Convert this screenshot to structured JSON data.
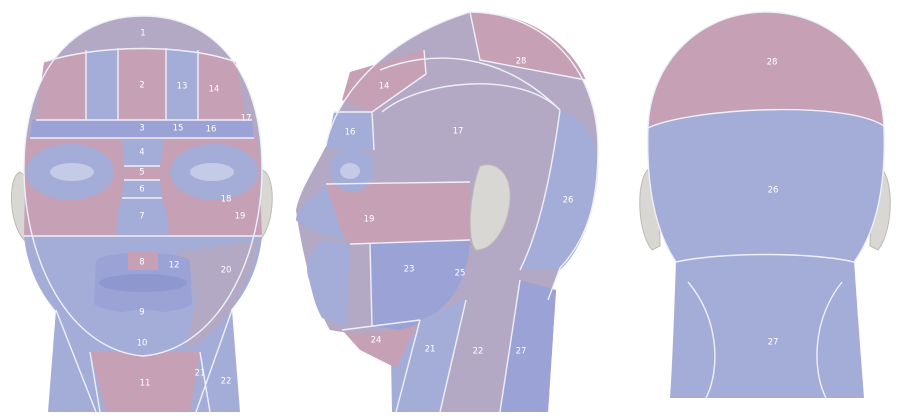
{
  "views": [
    {
      "id": "front",
      "labels": [
        {
          "id": "r1",
          "text": "1"
        },
        {
          "id": "r2",
          "text": "2"
        },
        {
          "id": "r13",
          "text": "13"
        },
        {
          "id": "r14",
          "text": "14"
        },
        {
          "id": "r17",
          "text": "17"
        },
        {
          "id": "r3",
          "text": "3"
        },
        {
          "id": "r15",
          "text": "15"
        },
        {
          "id": "r16",
          "text": "16"
        },
        {
          "id": "r4",
          "text": "4"
        },
        {
          "id": "r5",
          "text": "5"
        },
        {
          "id": "r6",
          "text": "6"
        },
        {
          "id": "r18",
          "text": "18"
        },
        {
          "id": "r19",
          "text": "19"
        },
        {
          "id": "r7",
          "text": "7"
        },
        {
          "id": "r8",
          "text": "8"
        },
        {
          "id": "r12",
          "text": "12"
        },
        {
          "id": "r20",
          "text": "20"
        },
        {
          "id": "r9",
          "text": "9"
        },
        {
          "id": "r10",
          "text": "10"
        },
        {
          "id": "r11",
          "text": "11"
        },
        {
          "id": "r21",
          "text": "21"
        },
        {
          "id": "r22",
          "text": "22"
        }
      ]
    },
    {
      "id": "side",
      "labels": [
        {
          "id": "r28",
          "text": "28"
        },
        {
          "id": "r14",
          "text": "14"
        },
        {
          "id": "r17",
          "text": "17"
        },
        {
          "id": "r16",
          "text": "16"
        },
        {
          "id": "r26",
          "text": "26"
        },
        {
          "id": "r19",
          "text": "19"
        },
        {
          "id": "r23",
          "text": "23"
        },
        {
          "id": "r25",
          "text": "25"
        },
        {
          "id": "r24",
          "text": "24"
        },
        {
          "id": "r21",
          "text": "21"
        },
        {
          "id": "r22",
          "text": "22"
        },
        {
          "id": "r27",
          "text": "27"
        }
      ]
    },
    {
      "id": "back",
      "labels": [
        {
          "id": "r28",
          "text": "28"
        },
        {
          "id": "r26",
          "text": "26"
        },
        {
          "id": "r27",
          "text": "27"
        }
      ]
    }
  ]
}
